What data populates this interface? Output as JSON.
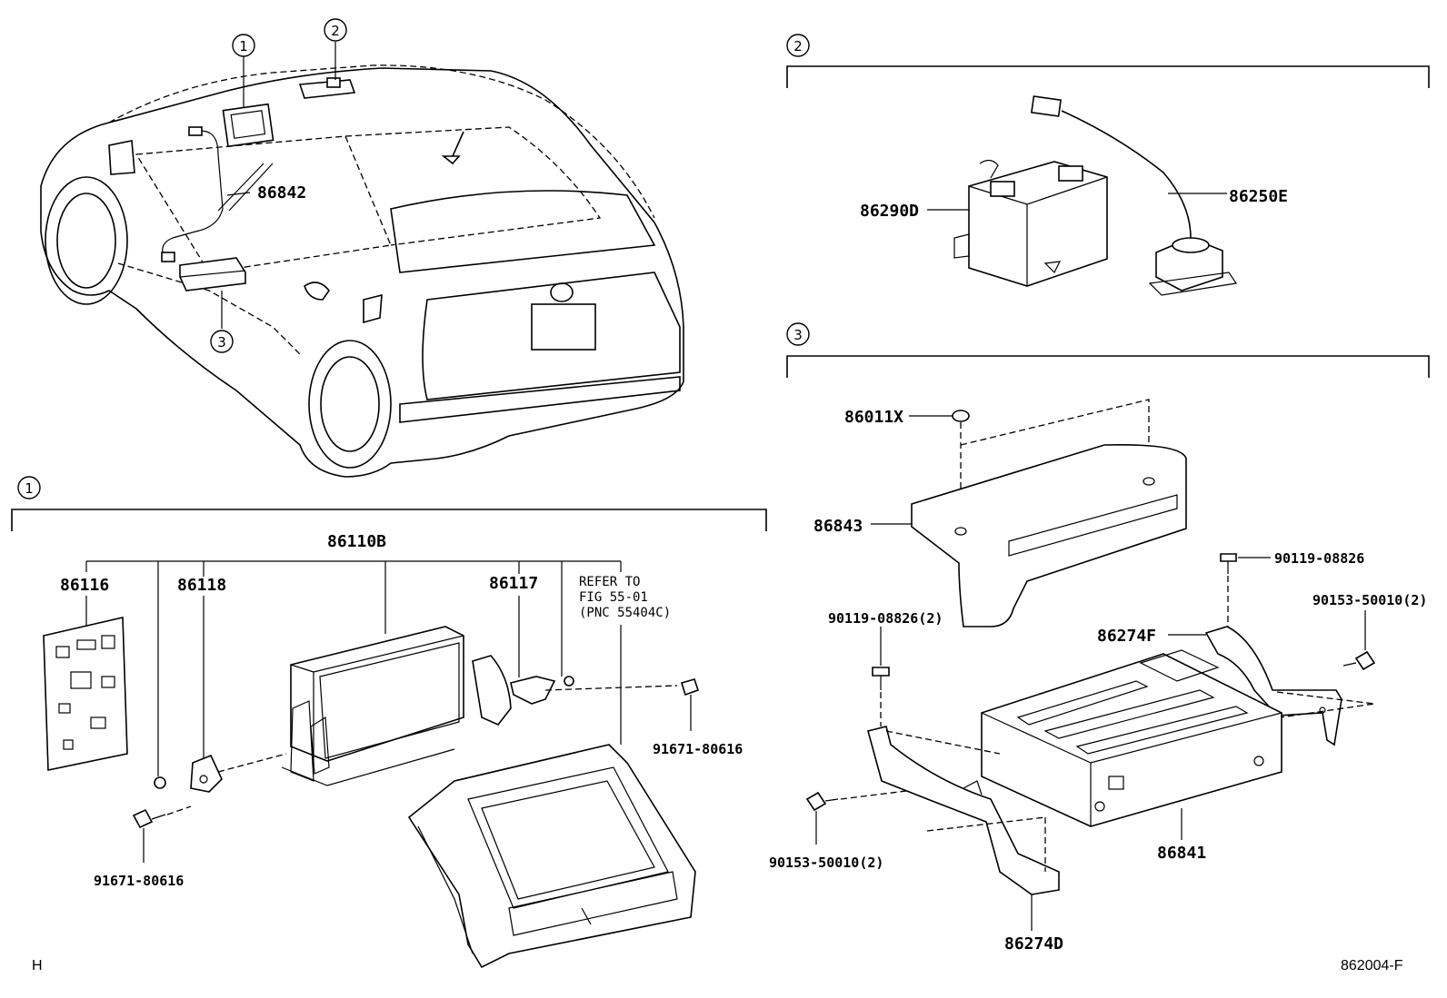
{
  "callouts": {
    "c1": "1",
    "c2": "2",
    "c3": "3"
  },
  "overview": {
    "label_86842": "86842"
  },
  "section2": {
    "label_86290d": "86290D",
    "label_86250e": "86250E"
  },
  "section1": {
    "label_86110b": "86110B",
    "label_86116": "86116",
    "label_86118": "86118",
    "label_86117": "86117",
    "refer_line1": "REFER TO",
    "refer_line2": "FIG 55-01",
    "refer_line3": "(PNC 55404C)",
    "bolt_right": "91671-80616",
    "bolt_left": "91671-80616"
  },
  "section3": {
    "label_86011x": "86011X",
    "label_86843": "86843",
    "screw_top_right": "90119-08826",
    "screw_left": "90119-08826(2)",
    "bolt_right": "90153-50010(2)",
    "bolt_left": "90153-50010(2)",
    "label_86274f": "86274F",
    "label_86841": "86841",
    "label_86274d": "86274D"
  },
  "footer": {
    "corner_mark": "H",
    "figure_code": "862004-F"
  }
}
